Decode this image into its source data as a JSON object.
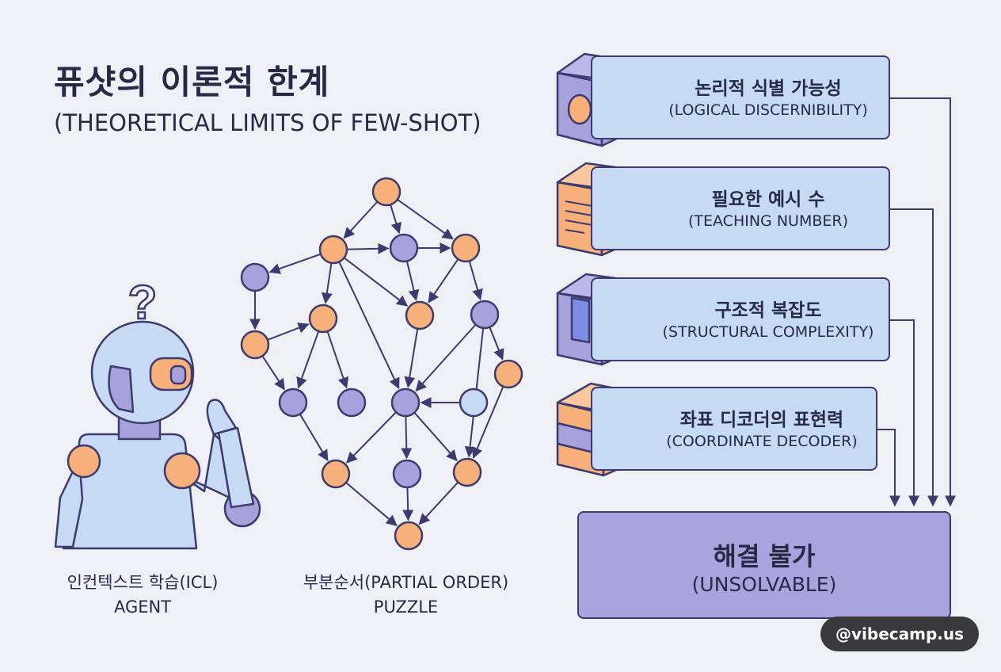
{
  "title": "퓨샷의 이론적 한계",
  "subtitle": "(THEORETICAL LIMITS OF FEW-SHOT)",
  "agent": {
    "mark": "?",
    "caption_line1": "인컨텍스트 학습(ICL)",
    "caption_line2": "AGENT"
  },
  "puzzle": {
    "caption_line1": "부분순서(PARTIAL ORDER)",
    "caption_line2": "PUZZLE"
  },
  "factors": [
    {
      "title": "논리적 식별 가능성",
      "subtitle": "(LOGICAL DISCERNIBILITY)",
      "icon": "cube-with-holes-icon"
    },
    {
      "title": "필요한 예시 수",
      "subtitle": "(TEACHING NUMBER)",
      "icon": "document-box-icon"
    },
    {
      "title": "구조적 복잡도",
      "subtitle": "(STRUCTURAL COMPLEXITY)",
      "icon": "carved-block-icon"
    },
    {
      "title": "좌표 디코더의 표현력",
      "subtitle": "(COORDINATE DECODER)",
      "icon": "layered-block-icon"
    }
  ],
  "result": {
    "title": "해결 불가",
    "subtitle": "(UNSOLVABLE)"
  },
  "watermark": "@vibecamp.us",
  "colors": {
    "background": "#eef0f5",
    "orange": "#f7b07a",
    "purple": "#a7a2dc",
    "light_blue": "#c6dbf3",
    "ink": "#3c3a6e"
  }
}
